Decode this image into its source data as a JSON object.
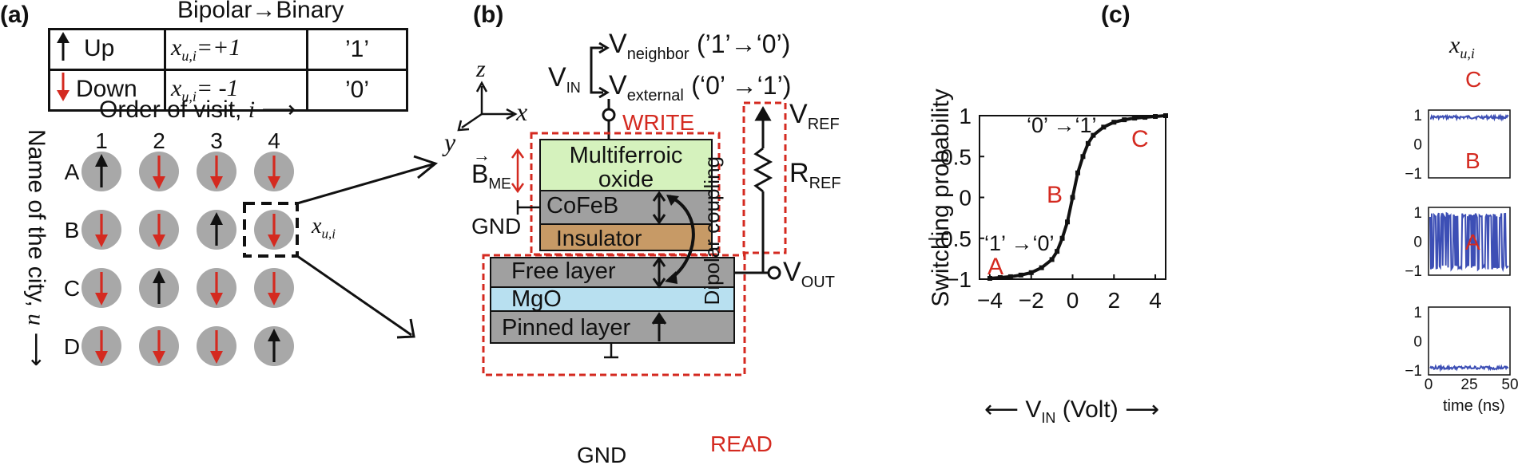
{
  "panels": {
    "a": "(a)",
    "b": "(b)",
    "c": "(c)"
  },
  "panel_a": {
    "header": "Bipolar→Binary",
    "rows": [
      {
        "label": "Up",
        "bipolar": "x",
        "bipolar_sub": "u,i",
        "bipolar_val": "=+1",
        "binary": "’1’"
      },
      {
        "label": "Down",
        "bipolar": "x",
        "bipolar_sub": "u,i",
        "bipolar_val": "= -1",
        "binary": "’0’"
      }
    ],
    "order_label": "Order of visit,",
    "order_var": "i",
    "col_labels": [
      "1",
      "2",
      "3",
      "4"
    ],
    "row_labels": [
      "A",
      "B",
      "C",
      "D"
    ],
    "city_label": "Name of the city,",
    "city_var": "u",
    "grid_states": [
      [
        "up",
        "down",
        "down",
        "down"
      ],
      [
        "down",
        "down",
        "up",
        "down"
      ],
      [
        "down",
        "up",
        "down",
        "down"
      ],
      [
        "down",
        "down",
        "down",
        "up"
      ]
    ],
    "zoom_label": "x",
    "zoom_sub": "u,i"
  },
  "panel_b": {
    "axis_z": "z",
    "axis_x": "x",
    "axis_y": "y",
    "vin": "V",
    "vin_sub": "IN",
    "vneighbor": "V",
    "vneighbor_sub": "neighbor",
    "vneighbor_note": "(’1’→‘0’)",
    "vexternal": "V",
    "vexternal_sub": "external",
    "vexternal_note": "(‘0’ →‘1’)",
    "write": "WRITE",
    "read": "READ",
    "bme": "B",
    "bme_sub": "ME",
    "multiferroic": "Multiferroic oxide",
    "cofeb": "CoFeB",
    "insulator": "Insulator",
    "gnd_top": "GND",
    "gnd_bottom": "GND",
    "dipolar": "Dipolar coupling",
    "free_layer": "Free layer",
    "mgo": "MgO",
    "pinned_layer": "Pinned layer",
    "vref": "V",
    "vref_sub": "REF",
    "rref": "R",
    "rref_sub": "REF",
    "vout": "V",
    "vout_sub": "OUT"
  },
  "panel_c": {
    "ylabel": "Switching probability",
    "xlabel_v": "V",
    "xlabel_sub": "IN",
    "xlabel_unit": "(Volt)",
    "note_01": "‘0’ →‘1’",
    "note_10": "‘1’ →‘0’",
    "point_labels": [
      "A",
      "B",
      "C"
    ],
    "inset_title": "x",
    "inset_sub": "u,i",
    "inset_labels": [
      "C",
      "B",
      "A"
    ],
    "inset_xlabel": "time (ns)",
    "inset_xticks": [
      "0",
      "25",
      "50"
    ],
    "inset_yticks": [
      "1",
      "0",
      "−1"
    ]
  },
  "chart_data": {
    "type": "line",
    "x": [
      -4,
      -3.5,
      -3,
      -2.5,
      -2,
      -1.5,
      -1,
      -0.75,
      -0.5,
      -0.25,
      0,
      0.25,
      0.5,
      0.75,
      1,
      1.5,
      2,
      2.5,
      3,
      3.5,
      4,
      4.5
    ],
    "series": [
      {
        "values": [
          -0.99,
          -0.98,
          -0.97,
          -0.95,
          -0.92,
          -0.86,
          -0.76,
          -0.66,
          -0.5,
          -0.3,
          0,
          0.3,
          0.5,
          0.66,
          0.76,
          0.86,
          0.92,
          0.95,
          0.97,
          0.98,
          0.99,
          1.0
        ]
      }
    ],
    "xlabel": "V IN (Volt)",
    "ylabel": "Switching probability",
    "xlim": [
      -4.5,
      4.5
    ],
    "ylim": [
      -1,
      1
    ],
    "xticks": [
      "−4",
      "−2",
      "0",
      "2",
      "4"
    ],
    "yticks": [
      "−1",
      "−0.5",
      "0",
      "0.5",
      "1"
    ],
    "points": [
      {
        "label": "A",
        "x": -4,
        "y": -1
      },
      {
        "label": "B",
        "x": 0,
        "y": 0
      },
      {
        "label": "C",
        "x": 4,
        "y": 1
      }
    ],
    "line_color": "#111111",
    "accent_color": "#d42a20",
    "inset_color": "#3d4fb5"
  }
}
